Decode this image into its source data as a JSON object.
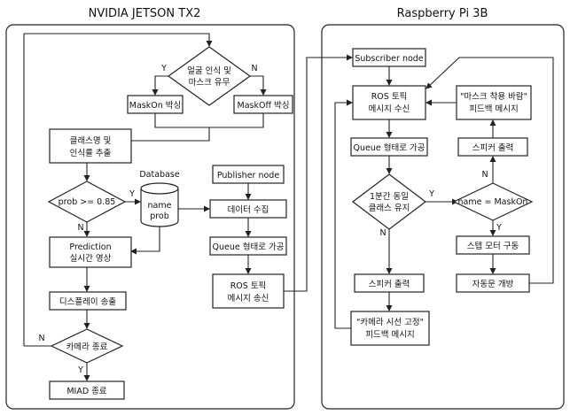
{
  "panels": {
    "left_title": "NVIDIA JETSON TX2",
    "right_title": "Raspberry Pi 3B"
  },
  "left": {
    "face_decision": [
      "얼굴 인식 및",
      "마스크 유무"
    ],
    "maskon_box": "MaskOn 박싱",
    "maskoff_box": "MaskOff 박싱",
    "class_extract": [
      "클래스명 및",
      "인식률 추출"
    ],
    "prob_decision": "prob >= 0.85",
    "database_label": "Database",
    "database_fields": [
      "name",
      "prob"
    ],
    "prediction": [
      "Prediction",
      "실시간 영상"
    ],
    "display": "디스플레이 송출",
    "camera_end": "카메라 종료",
    "miad_end": "MIAD 종료",
    "publisher_node": "Publisher node",
    "data_collect": "데이터 수집",
    "queue_process": "Queue 형태로 가공",
    "ros_send": [
      "ROS 토픽",
      "메시지 송신"
    ]
  },
  "right": {
    "subscriber_node": "Subscriber node",
    "ros_receive": [
      "ROS 토픽",
      "메시지 수신"
    ],
    "queue_process": "Queue 형태로 가공",
    "same_class_decision": [
      "1분간 동일",
      "클래스 유지"
    ],
    "name_decision": "name = MaskOn",
    "speaker_out_left": "스피커 출력",
    "camera_feedback": [
      "\"카메라 시선 고정\"",
      "피드백 메시지"
    ],
    "mask_feedback": [
      "\"마스크 착용 바람\"",
      "피드백 메시지"
    ],
    "speaker_out_right": "스피커 출력",
    "step_motor": "스텝 모터 구동",
    "auto_door": "자동문 개방"
  },
  "labels": {
    "yes": "Y",
    "no": "N"
  }
}
